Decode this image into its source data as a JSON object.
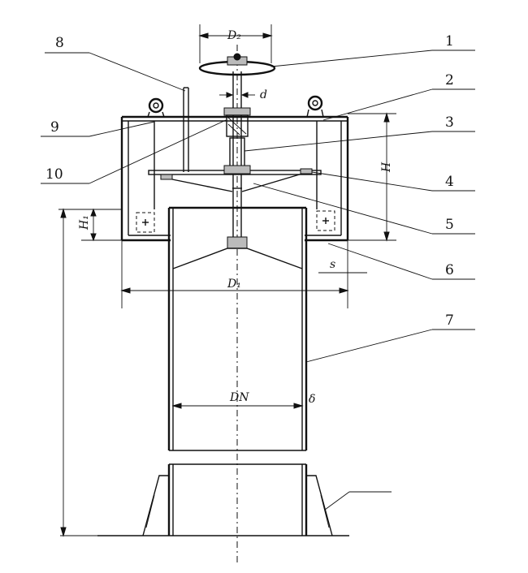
{
  "callouts": [
    "1",
    "2",
    "3",
    "4",
    "5",
    "6",
    "7",
    "8",
    "9",
    "10"
  ],
  "dimensions": {
    "d2": "D₂",
    "d": "d",
    "h": "H",
    "h1": "H₁",
    "d1": "D₁",
    "dn": "DN",
    "delta": "δ",
    "s": "s"
  }
}
